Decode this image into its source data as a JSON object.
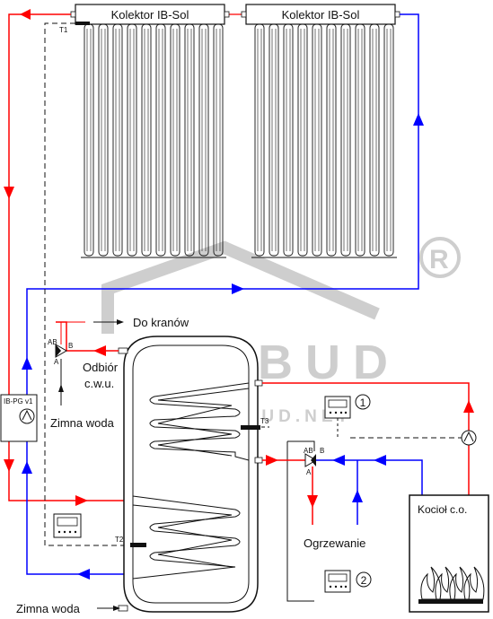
{
  "collectors": [
    {
      "label": "Kolektor IB-Sol"
    },
    {
      "label": "Kolektor IB-Sol"
    }
  ],
  "sensors": {
    "t1": "T1",
    "t2": "T2",
    "t3": "T3"
  },
  "labels": {
    "do_kranow": "Do kranów",
    "odbior_line1": "Odbiór",
    "odbior_line2": "c.w.u.",
    "zimna_woda_top": "Zimna woda",
    "zimna_woda_bottom": "Zimna woda",
    "ogrzewanie": "Ogrzewanie",
    "kociol": "Kocioł  c.o.",
    "pump_group": "IB-PG v1",
    "controller_1": "1",
    "controller_2": "2",
    "valve_top_ab": "AB",
    "valve_top_a": "A",
    "valve_top_b": "B",
    "valve_mid_ab": "AB",
    "valve_mid_a": "A",
    "valve_mid_b": "B"
  },
  "watermark": {
    "logo": "INSBUD",
    "url": "WWW.INSBUD.NET",
    "registered": "®"
  },
  "colors": {
    "hot": "#ff0000",
    "cold": "#0000ff",
    "line": "#111111",
    "watermark": "#c9c9c9"
  }
}
